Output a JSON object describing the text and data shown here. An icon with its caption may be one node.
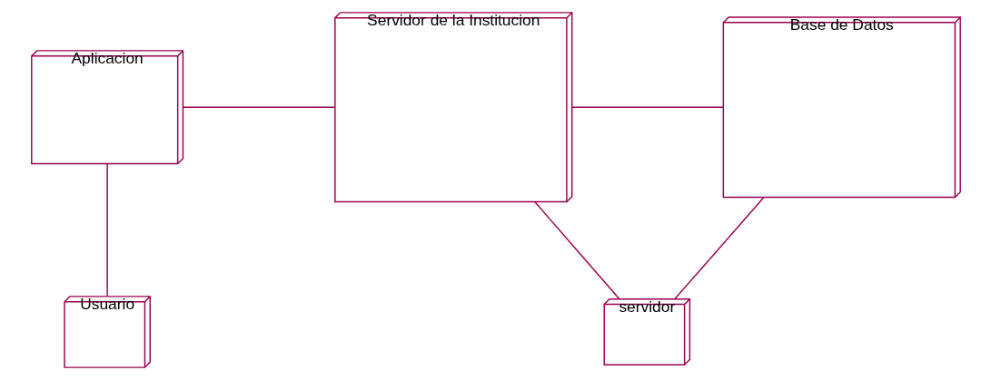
{
  "diagram": {
    "nodes": [
      {
        "text": [
          "Aplicacion"
        ]
      },
      {
        "text": [
          "Servidor de la Institucion"
        ]
      },
      {
        "text": [
          "Base de Datos"
        ]
      },
      {
        "text": [
          "Usuario"
        ]
      },
      {
        "text": [
          "servidor"
        ]
      }
    ],
    "edges": [
      {
        "from": 0,
        "to": 1,
        "arrow": "none"
      },
      {
        "from": 1,
        "to": 2,
        "arrow": "none"
      },
      {
        "from": 0,
        "to": 3,
        "arrow": "none"
      },
      {
        "from": 1,
        "to": 4,
        "arrow": "none"
      },
      {
        "from": 2,
        "to": 4,
        "arrow": "none"
      }
    ]
  }
}
